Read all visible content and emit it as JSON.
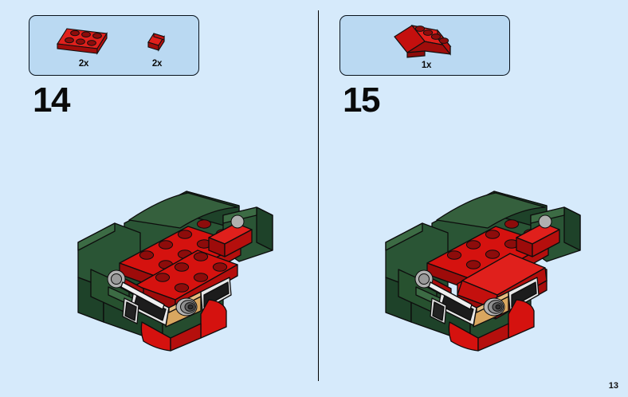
{
  "page": {
    "number": "13",
    "background_color": "#d6eafb",
    "divider_color": "#000000"
  },
  "colors": {
    "page_background": "#d6eafb",
    "callout_fill": "#bad9f2",
    "callout_border": "#08121c",
    "brick_red": "#d5120f",
    "brick_red_dark": "#9d0b0a",
    "brick_red_top": "#e8211d",
    "green_dark": "#1e4229",
    "green_mid": "#2a5535",
    "green_light": "#3c6b44",
    "tan": "#d9a760",
    "tan_dark": "#b4823f",
    "gray_light": "#c8c8c8",
    "gray_mid": "#9a9a9a",
    "black_panel": "#1c1c1c",
    "outline": "#101010",
    "text": "#0a0a0a"
  },
  "steps": [
    {
      "id": "step-14",
      "number": "14",
      "side": "left",
      "callout": {
        "parts": [
          {
            "id": "part-plate-2x3",
            "icon": "red-plate-2x3-icon",
            "quantity": "2x",
            "color": "#d5120f",
            "studs": 6
          },
          {
            "id": "part-slope-1x1",
            "icon": "red-slope-1x1-icon",
            "quantity": "2x",
            "color": "#d5120f",
            "studs": 1
          }
        ]
      },
      "model": {
        "id": "model-step-14",
        "description": "green-base-with-red-bricks-assembly"
      }
    },
    {
      "id": "step-15",
      "number": "15",
      "side": "right",
      "callout": {
        "parts": [
          {
            "id": "part-slope-2x4",
            "icon": "red-slope-2x4-icon",
            "quantity": "1x",
            "color": "#d5120f",
            "studs": 4
          }
        ]
      },
      "model": {
        "id": "model-step-15",
        "description": "green-base-with-red-bricks-and-slope-assembly"
      }
    }
  ]
}
